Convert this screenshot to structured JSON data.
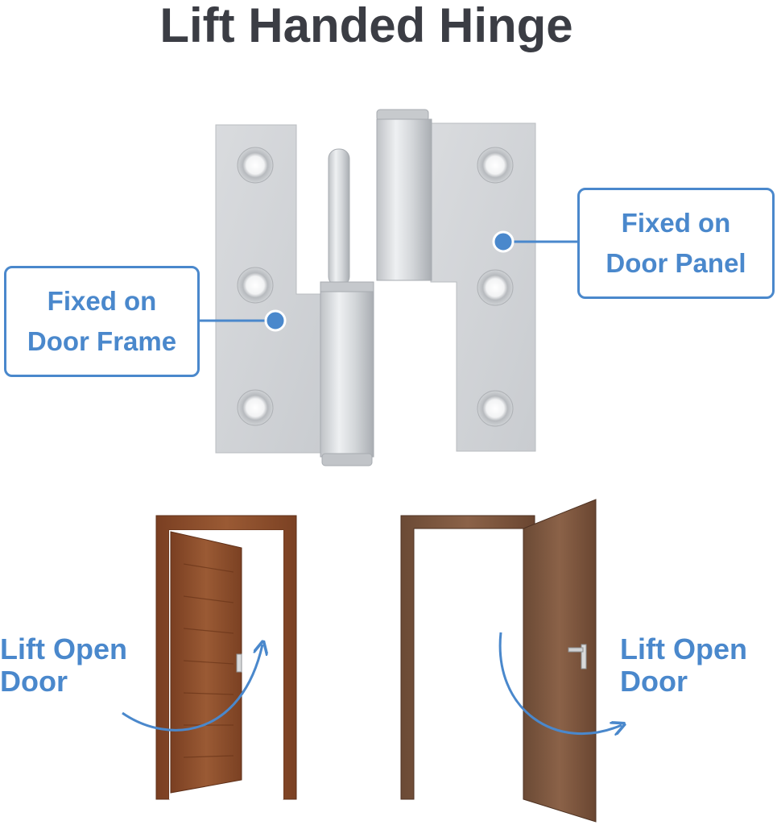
{
  "title": "Lift Handed Hinge",
  "callouts": {
    "frame": {
      "line1": "Fixed on",
      "line2": "Door Frame"
    },
    "panel": {
      "line1": "Fixed on",
      "line2": "Door Panel"
    }
  },
  "doors": {
    "left_label": {
      "line1": "Lift Open",
      "line2": "Door"
    },
    "right_label": {
      "line1": "Lift Open",
      "line2": "Door"
    }
  },
  "colors": {
    "accent": "#4a88cc",
    "title": "#3b3d44",
    "steel": "#d6d8db",
    "wood": "#8a4a2b"
  }
}
